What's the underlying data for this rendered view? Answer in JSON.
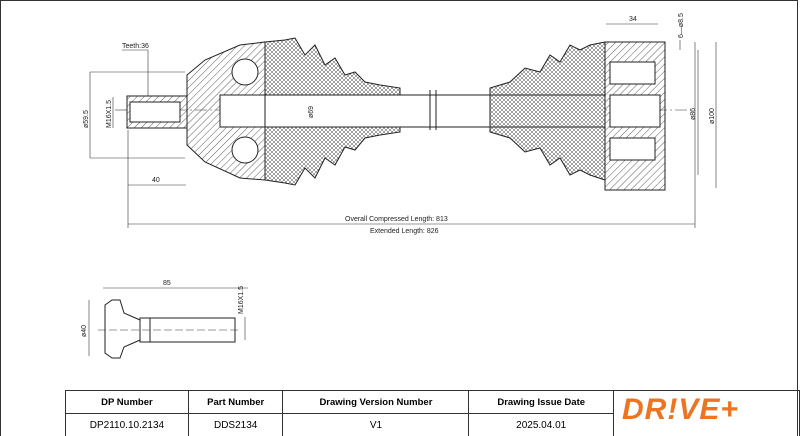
{
  "drawing": {
    "teeth": "Teeth:36",
    "thread_left": "M16X1.5",
    "dia_left": "ø59.5",
    "len_40": "40",
    "dia_shaft": "ø69",
    "len_34": "34",
    "holes": "6—ø8.5",
    "dia_86": "ø86",
    "dia_100": "ø100",
    "compressed": "Overall Compressed Length: 813",
    "extended": "Extended Length: 826",
    "bolt_len": "85",
    "bolt_dia": "ø40",
    "bolt_thread": "M16X1.5"
  },
  "table": {
    "headers": [
      "DP Number",
      "Part Number",
      "Drawing Version Number",
      "Drawing Issue Date"
    ],
    "values": [
      "DP2110.10.2134",
      "DDS2134",
      "V1",
      "2025.04.01"
    ]
  },
  "logo": {
    "text": "DR!VE+",
    "color": "#ee7422"
  }
}
